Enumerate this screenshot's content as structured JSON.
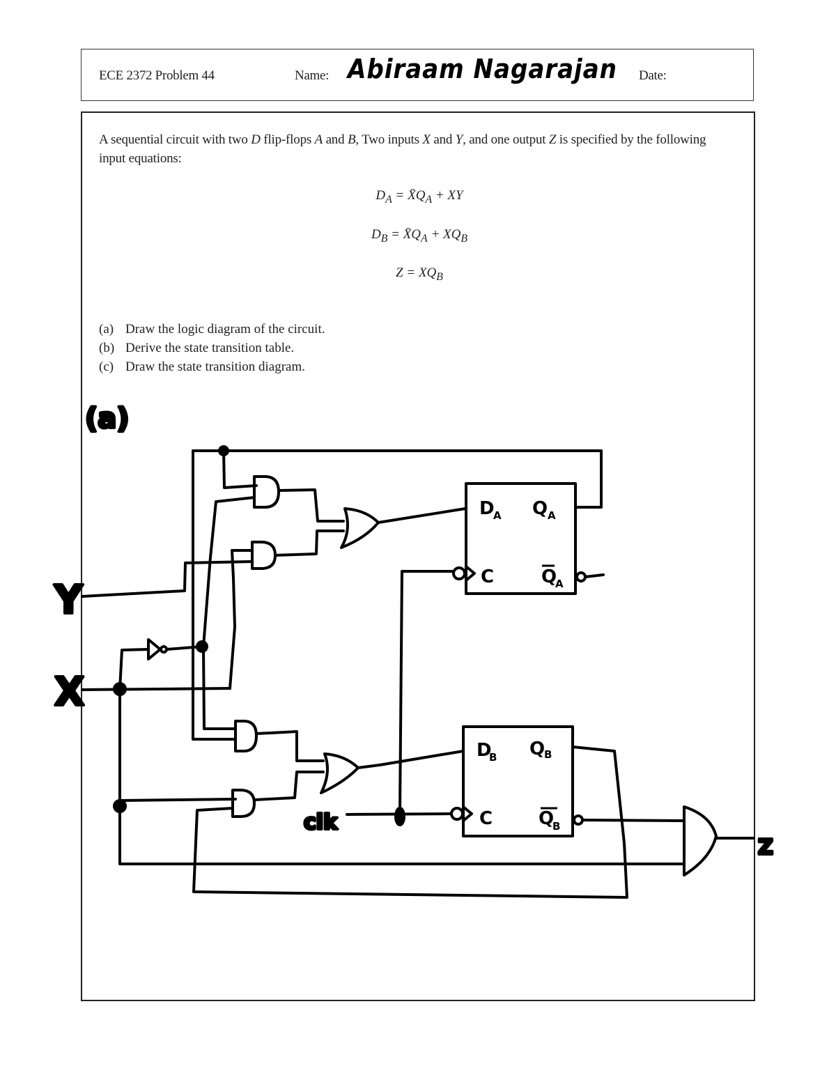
{
  "header": {
    "course": "ECE 2372 Problem 44",
    "name_label": "Name:",
    "name_value": "Abiraam Nagarajan",
    "date_label": "Date:"
  },
  "problem": {
    "statement_parts": [
      "A sequential circuit with two ",
      "D",
      " flip-flops ",
      "A",
      " and ",
      "B",
      ", Two inputs ",
      "X",
      " and ",
      "Y",
      ", and one output ",
      "Z",
      " is specified by the following input equations:"
    ],
    "equations": [
      {
        "lhs": "D",
        "lhs_sub": "A",
        "rhs": "= X̄Q",
        "rhs_sub1": "A",
        "rhs_tail": " + XY",
        "rhs_sub2": ""
      },
      {
        "lhs": "D",
        "lhs_sub": "B",
        "rhs": "= X̄Q",
        "rhs_sub1": "A",
        "rhs_tail": " + XQ",
        "rhs_sub2": "B"
      },
      {
        "lhs": "Z",
        "lhs_sub": "",
        "rhs": "= XQ",
        "rhs_sub1": "B",
        "rhs_tail": "",
        "rhs_sub2": ""
      }
    ],
    "parts": [
      {
        "letter": "(a)",
        "text": "Draw the logic diagram of the circuit."
      },
      {
        "letter": "(b)",
        "text": "Derive the state transition table."
      },
      {
        "letter": "(c)",
        "text": "Draw the state transition diagram."
      }
    ]
  },
  "diagram": {
    "section_label": "(a)",
    "inputs": {
      "y": "Y",
      "x": "X",
      "clk": "clk"
    },
    "output": "Z",
    "flipflop_a": {
      "d": "D",
      "d_sub": "A",
      "q": "Q",
      "q_sub": "A",
      "c": "C",
      "qbar": "Q",
      "qbar_sub": "A"
    },
    "flipflop_b": {
      "d": "D",
      "d_sub": "B",
      "q": "Q",
      "q_sub": "B",
      "c": "C",
      "qbar": "Q",
      "qbar_sub": "B"
    }
  }
}
